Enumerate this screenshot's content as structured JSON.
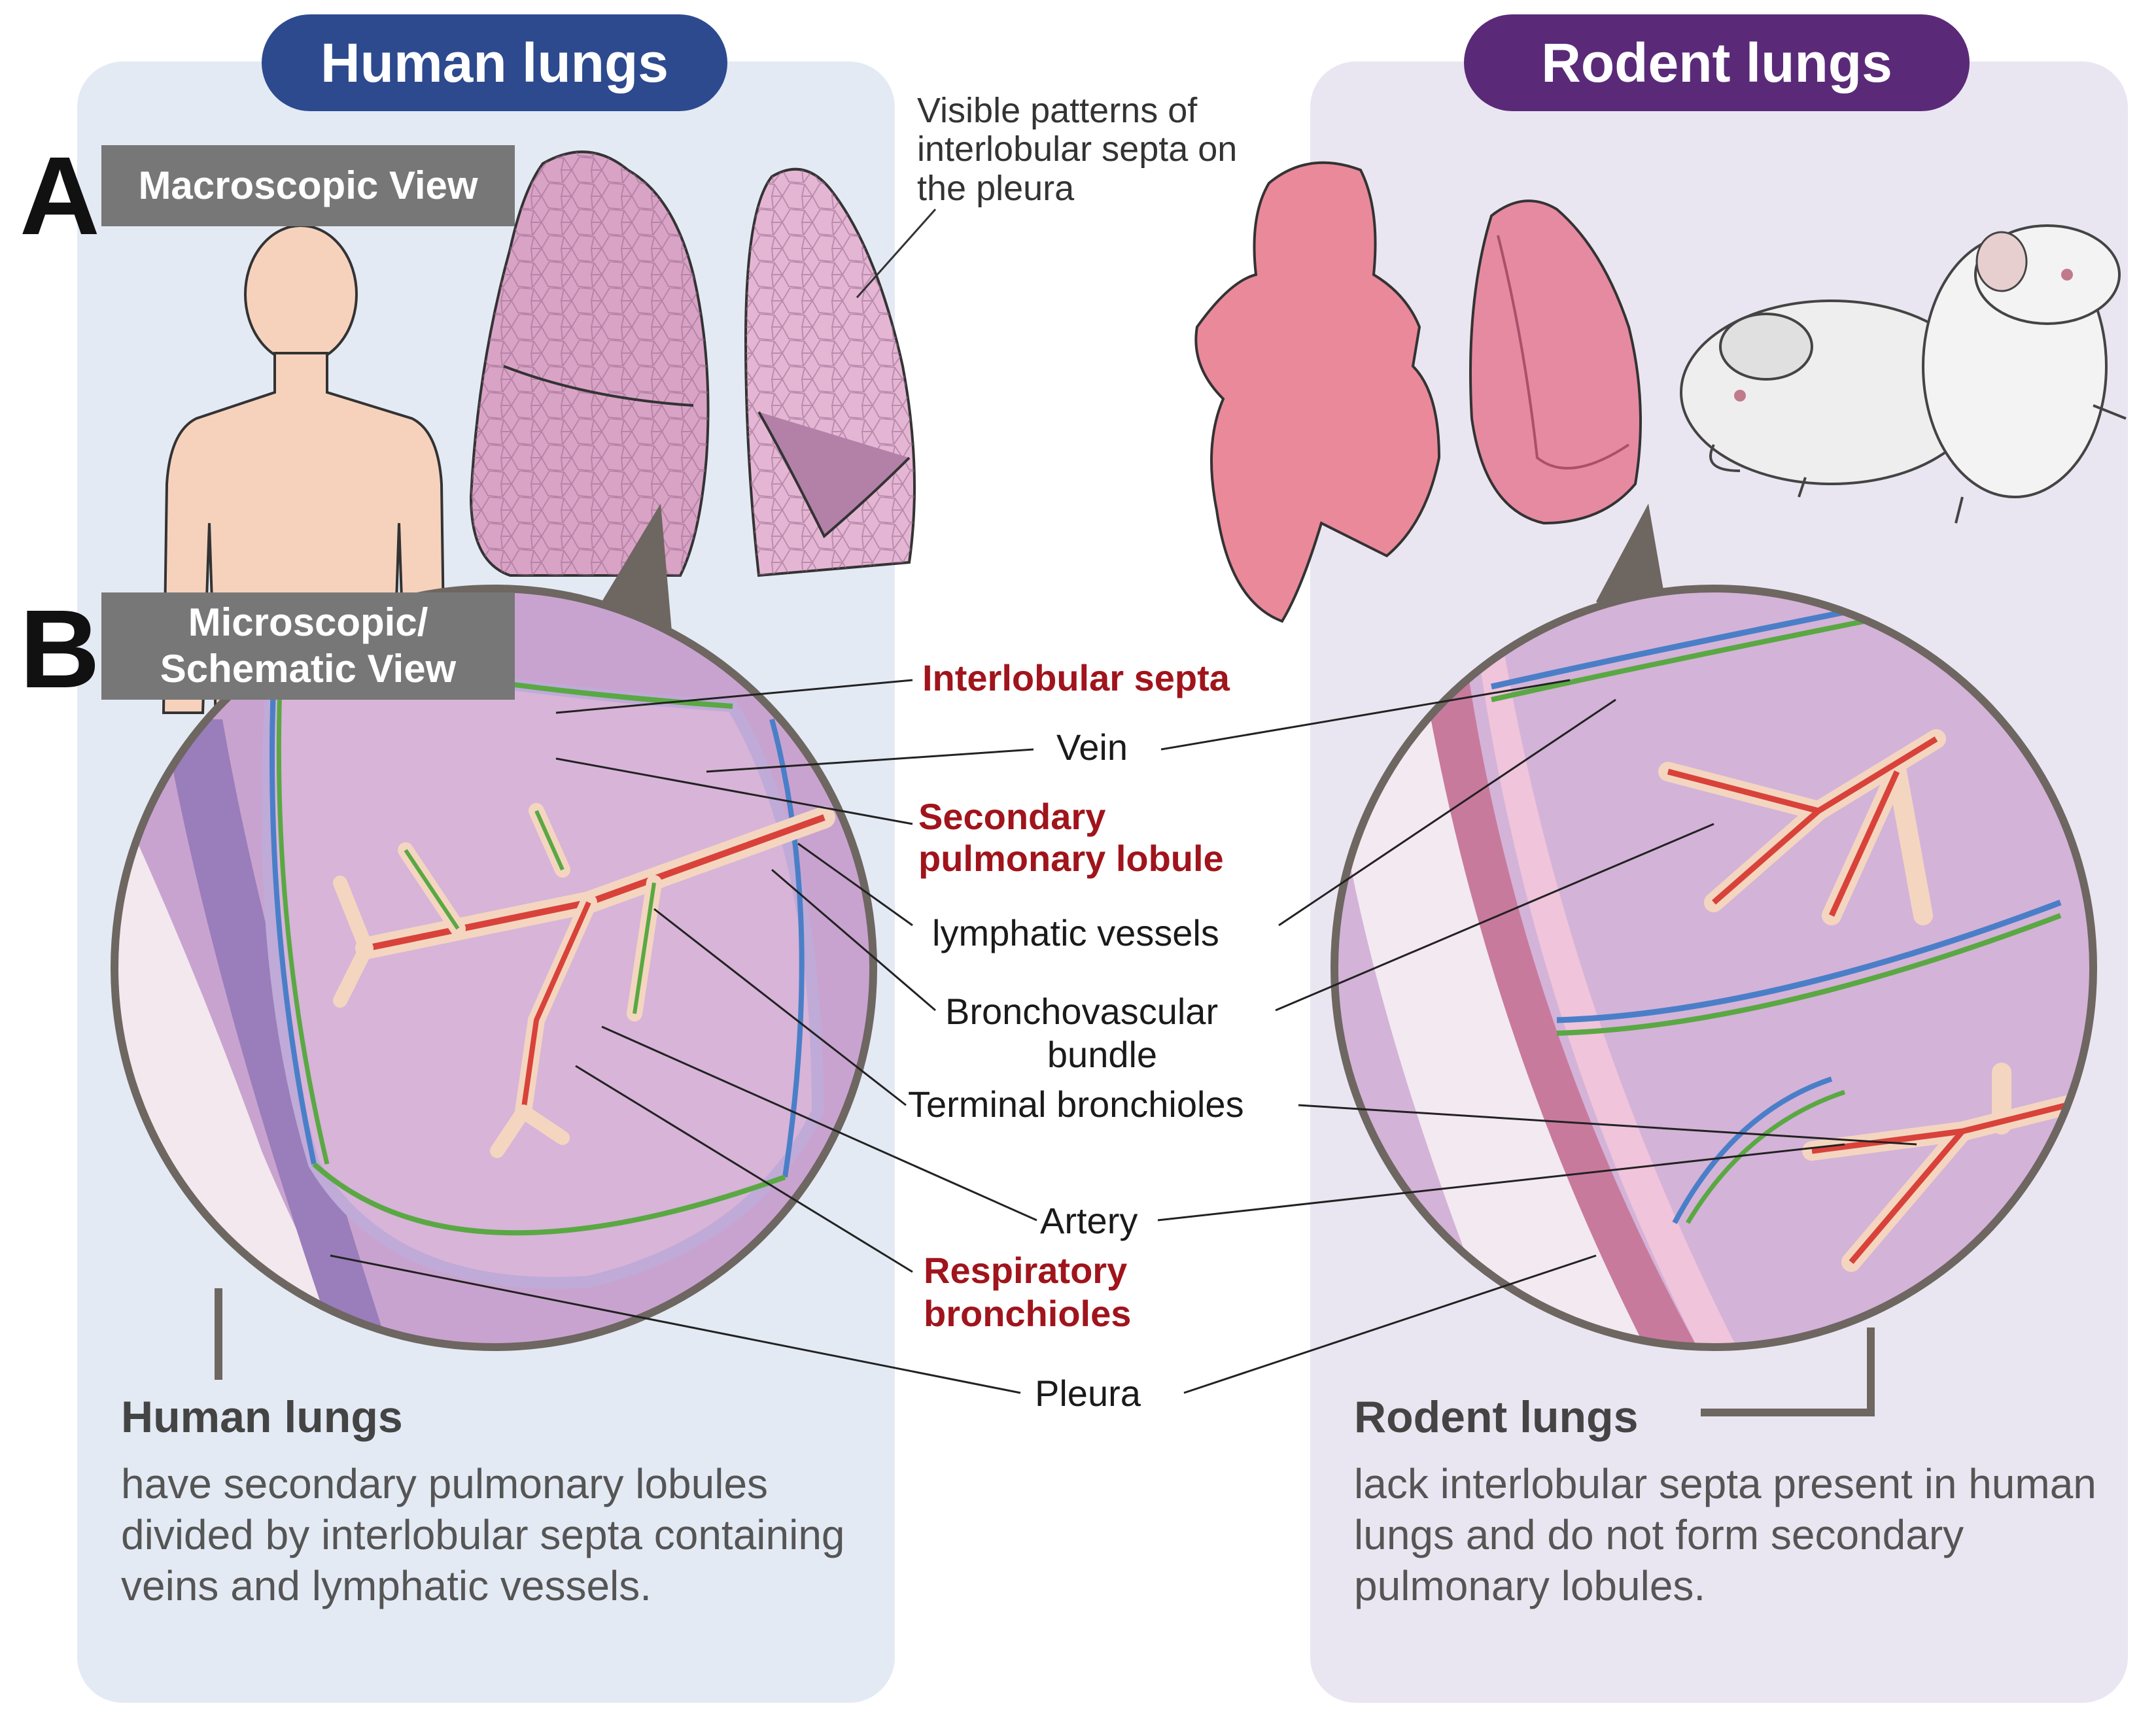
{
  "human": {
    "header": "Human lungs",
    "desc_title": "Human lungs",
    "desc_body": "have secondary pulmonary lobules divided by interlobular septa containing veins and lymphatic vessels."
  },
  "rodent": {
    "header": "Rodent lungs",
    "desc_title": "Rodent lungs",
    "desc_body": "lack interlobular septa present in human lungs and do not form secondary pulmonary lobules."
  },
  "sections": {
    "a_letter": "A",
    "a_label": "Macroscopic View",
    "b_letter": "B",
    "b_label_line1": "Microscopic/",
    "b_label_line2": "Schematic View"
  },
  "pleura_note": "Visible patterns of interlobular septa on the pleura",
  "labels": {
    "interlobular_septa": "Interlobular septa",
    "vein": "Vein",
    "secondary_lobule_1": "Secondary",
    "secondary_lobule_2": "pulmonary lobule",
    "lymphatic_vessels": "lymphatic vessels",
    "bronchovascular_1": "Bronchovascular",
    "bronchovascular_2": "bundle",
    "terminal_bronchioles": "Terminal bronchioles",
    "artery": "Artery",
    "respiratory_1": "Respiratory",
    "respiratory_2": "bronchioles",
    "pleura": "Pleura"
  },
  "colors": {
    "human_accent": "#2d4a8f",
    "rodent_accent": "#5a2a78",
    "highlight_label": "#a0141c",
    "vein": "#4a7fc8",
    "lymphatic": "#5aa843",
    "artery": "#d8423a"
  }
}
